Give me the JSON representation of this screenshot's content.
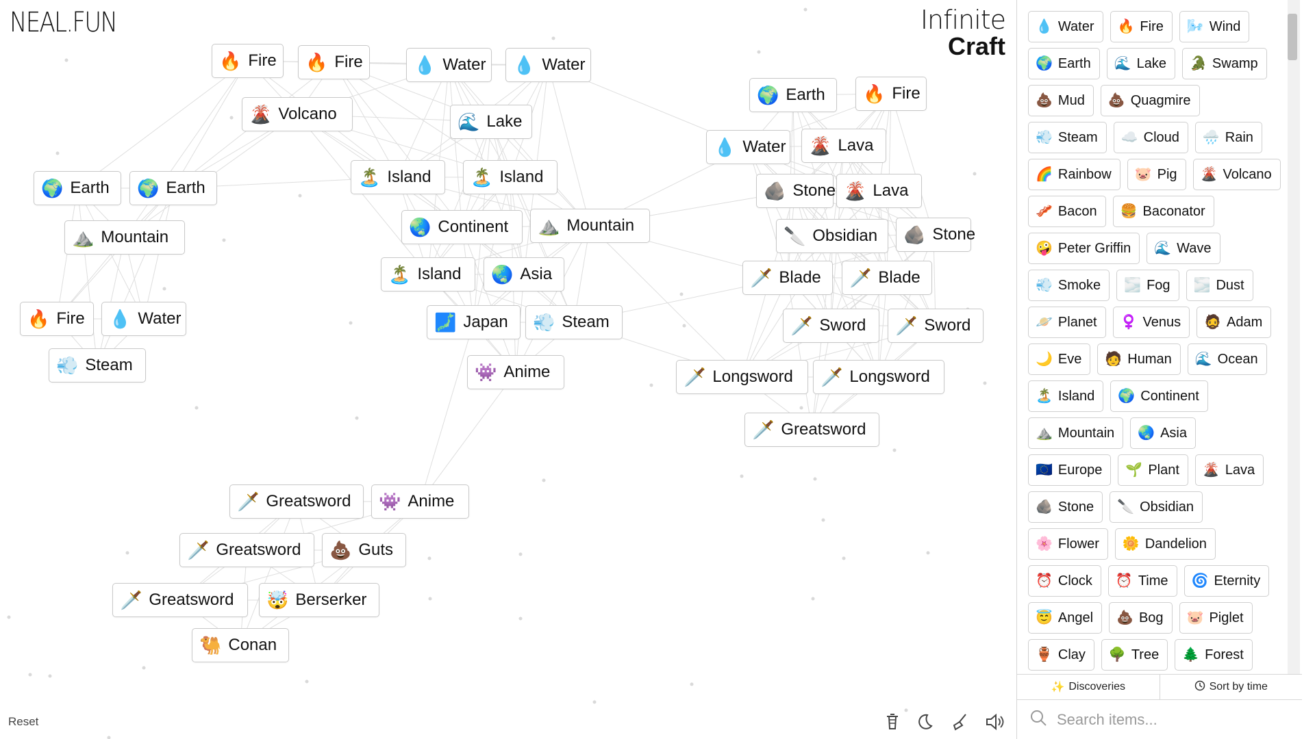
{
  "brand": {
    "logo": "NEAL.FUN",
    "title_line1": "Infinite",
    "title_line2": "Craft"
  },
  "canvas_nodes": [
    {
      "label": "Fire",
      "emoji": "🔥"
    },
    {
      "label": "Fire",
      "emoji": "🔥"
    },
    {
      "label": "Water",
      "emoji": "💧"
    },
    {
      "label": "Water",
      "emoji": "💧"
    },
    {
      "label": "Volcano",
      "emoji": "🌋"
    },
    {
      "label": "Lake",
      "emoji": "🌊"
    },
    {
      "label": "Earth",
      "emoji": "🌍"
    },
    {
      "label": "Earth",
      "emoji": "🌍"
    },
    {
      "label": "Island",
      "emoji": "🏝️"
    },
    {
      "label": "Island",
      "emoji": "🏝️"
    },
    {
      "label": "Mountain",
      "emoji": "⛰️"
    },
    {
      "label": "Continent",
      "emoji": "🌏"
    },
    {
      "label": "Mountain",
      "emoji": "⛰️"
    },
    {
      "label": "Island",
      "emoji": "🏝️"
    },
    {
      "label": "Asia",
      "emoji": "🌏"
    },
    {
      "label": "Fire",
      "emoji": "🔥"
    },
    {
      "label": "Water",
      "emoji": "💧"
    },
    {
      "label": "Japan",
      "emoji": "🗾"
    },
    {
      "label": "Steam",
      "emoji": "💨"
    },
    {
      "label": "Steam",
      "emoji": "💨"
    },
    {
      "label": "Anime",
      "emoji": "👾"
    },
    {
      "label": "Earth",
      "emoji": "🌍"
    },
    {
      "label": "Fire",
      "emoji": "🔥"
    },
    {
      "label": "Water",
      "emoji": "💧"
    },
    {
      "label": "Lava",
      "emoji": "🌋"
    },
    {
      "label": "Stone",
      "emoji": "🪨"
    },
    {
      "label": "Lava",
      "emoji": "🌋"
    },
    {
      "label": "Obsidian",
      "emoji": "🔪"
    },
    {
      "label": "Stone",
      "emoji": "🪨"
    },
    {
      "label": "Blade",
      "emoji": "🗡️"
    },
    {
      "label": "Blade",
      "emoji": "🗡️"
    },
    {
      "label": "Sword",
      "emoji": "🗡️"
    },
    {
      "label": "Sword",
      "emoji": "🗡️"
    },
    {
      "label": "Longsword",
      "emoji": "🗡️"
    },
    {
      "label": "Longsword",
      "emoji": "🗡️"
    },
    {
      "label": "Greatsword",
      "emoji": "🗡️"
    },
    {
      "label": "Greatsword",
      "emoji": "🗡️"
    },
    {
      "label": "Anime",
      "emoji": "👾"
    },
    {
      "label": "Greatsword",
      "emoji": "🗡️"
    },
    {
      "label": "Guts",
      "emoji": "💩"
    },
    {
      "label": "Greatsword",
      "emoji": "🗡️"
    },
    {
      "label": "Berserker",
      "emoji": "🤯"
    },
    {
      "label": "Conan",
      "emoji": "🐫"
    }
  ],
  "sidebar_items": [
    {
      "label": "Water",
      "emoji": "💧"
    },
    {
      "label": "Fire",
      "emoji": "🔥"
    },
    {
      "label": "Wind",
      "emoji": "🌬️"
    },
    {
      "label": "Earth",
      "emoji": "🌍"
    },
    {
      "label": "Lake",
      "emoji": "🌊"
    },
    {
      "label": "Swamp",
      "emoji": "🐊"
    },
    {
      "label": "Mud",
      "emoji": "💩"
    },
    {
      "label": "Quagmire",
      "emoji": "💩"
    },
    {
      "label": "Steam",
      "emoji": "💨"
    },
    {
      "label": "Cloud",
      "emoji": "☁️"
    },
    {
      "label": "Rain",
      "emoji": "🌧️"
    },
    {
      "label": "Rainbow",
      "emoji": "🌈"
    },
    {
      "label": "Pig",
      "emoji": "🐷"
    },
    {
      "label": "Volcano",
      "emoji": "🌋"
    },
    {
      "label": "Bacon",
      "emoji": "🥓"
    },
    {
      "label": "Baconator",
      "emoji": "🍔"
    },
    {
      "label": "Peter Griffin",
      "emoji": "🤪"
    },
    {
      "label": "Wave",
      "emoji": "🌊"
    },
    {
      "label": "Smoke",
      "emoji": "💨"
    },
    {
      "label": "Fog",
      "emoji": "🌫️"
    },
    {
      "label": "Dust",
      "emoji": "🌫️"
    },
    {
      "label": "Planet",
      "emoji": "🪐"
    },
    {
      "label": "Venus",
      "emoji": "♀️"
    },
    {
      "label": "Adam",
      "emoji": "🧔"
    },
    {
      "label": "Eve",
      "emoji": "🌙"
    },
    {
      "label": "Human",
      "emoji": "🧑"
    },
    {
      "label": "Ocean",
      "emoji": "🌊"
    },
    {
      "label": "Island",
      "emoji": "🏝️"
    },
    {
      "label": "Continent",
      "emoji": "🌍"
    },
    {
      "label": "Mountain",
      "emoji": "⛰️"
    },
    {
      "label": "Asia",
      "emoji": "🌏"
    },
    {
      "label": "Europe",
      "emoji": "🇪🇺"
    },
    {
      "label": "Plant",
      "emoji": "🌱"
    },
    {
      "label": "Lava",
      "emoji": "🌋"
    },
    {
      "label": "Stone",
      "emoji": "🪨"
    },
    {
      "label": "Obsidian",
      "emoji": "🔪"
    },
    {
      "label": "Flower",
      "emoji": "🌸"
    },
    {
      "label": "Dandelion",
      "emoji": "🌼"
    },
    {
      "label": "Clock",
      "emoji": "⏰"
    },
    {
      "label": "Time",
      "emoji": "⏰"
    },
    {
      "label": "Eternity",
      "emoji": "🌀"
    },
    {
      "label": "Angel",
      "emoji": "😇"
    },
    {
      "label": "Bog",
      "emoji": "💩"
    },
    {
      "label": "Piglet",
      "emoji": "🐷"
    },
    {
      "label": "Clay",
      "emoji": "🏺"
    },
    {
      "label": "Tree",
      "emoji": "🌳"
    },
    {
      "label": "Forest",
      "emoji": "🌲"
    }
  ],
  "footer": {
    "reset": "Reset"
  },
  "tools": [
    "trash-icon",
    "moon-icon",
    "broom-icon",
    "speaker-icon"
  ],
  "tabs": {
    "discoveries": "Discoveries",
    "sort": "Sort by time"
  },
  "search": {
    "placeholder": "Search items..."
  }
}
